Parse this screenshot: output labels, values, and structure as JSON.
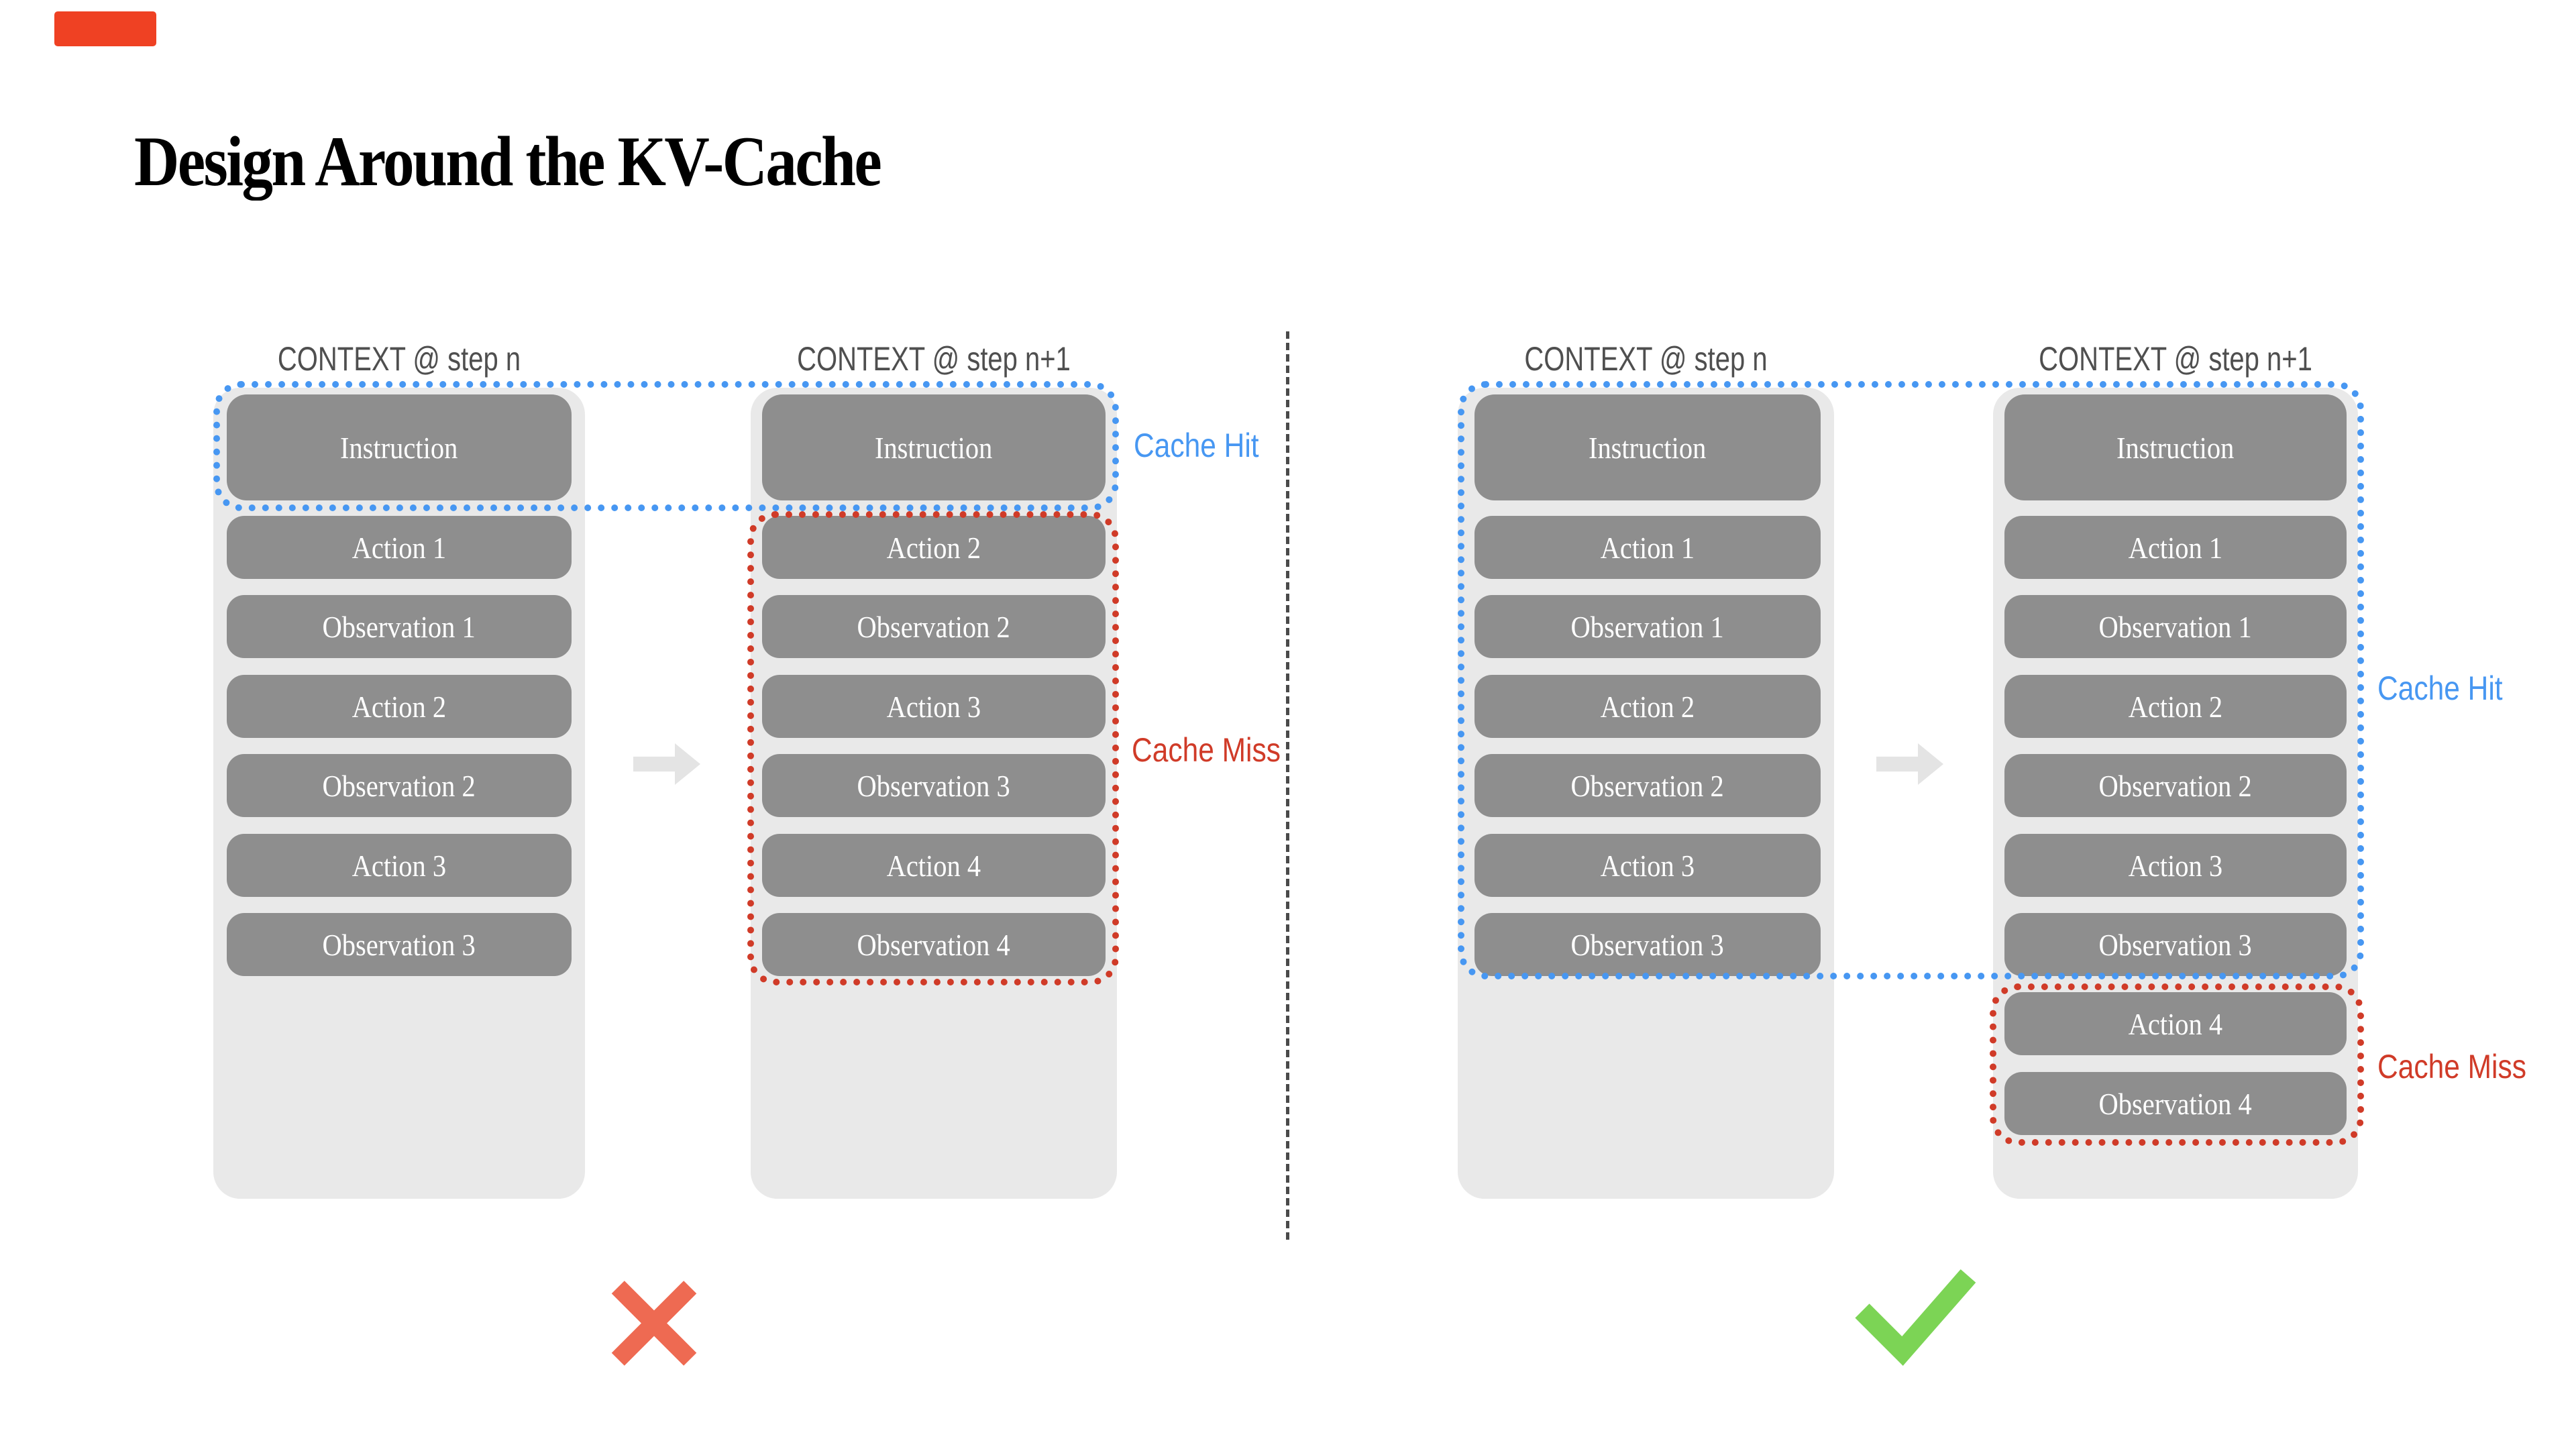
{
  "title": "Design Around the KV-Cache",
  "colors": {
    "accent_red": "#ef4123",
    "cache_hit_blue": "#4797f2",
    "cache_miss_red": "#d03b28",
    "box_gray": "#8e8e8e",
    "panel_gray": "#e9e9e9",
    "header_gray": "#4f4f4f",
    "divider_gray": "#4a4a4a",
    "arrow_gray": "#e4e4e4",
    "cross_red": "#ee6a52",
    "check_green": "#7cd455"
  },
  "left_diagram": {
    "cache_hit_label": "Cache Hit",
    "cache_miss_label": "Cache Miss",
    "col_n": {
      "header": "CONTEXT @ step n",
      "boxes": [
        "Instruction",
        "Action 1",
        "Observation 1",
        "Action 2",
        "Observation 2",
        "Action 3",
        "Observation 3"
      ]
    },
    "col_n1": {
      "header": "CONTEXT @ step n+1",
      "boxes": [
        "Instruction",
        "Action 2",
        "Observation 2",
        "Action 3",
        "Observation 3",
        "Action 4",
        "Observation 4"
      ]
    }
  },
  "right_diagram": {
    "cache_hit_label": "Cache Hit",
    "cache_miss_label": "Cache Miss",
    "col_n": {
      "header": "CONTEXT @ step n",
      "boxes": [
        "Instruction",
        "Action 1",
        "Observation 1",
        "Action 2",
        "Observation 2",
        "Action 3",
        "Observation 3"
      ]
    },
    "col_n1": {
      "header": "CONTEXT @ step n+1",
      "boxes": [
        "Instruction",
        "Action 1",
        "Observation 1",
        "Action 2",
        "Observation 2",
        "Action 3",
        "Observation 3",
        "Action 4",
        "Observation 4"
      ]
    }
  }
}
